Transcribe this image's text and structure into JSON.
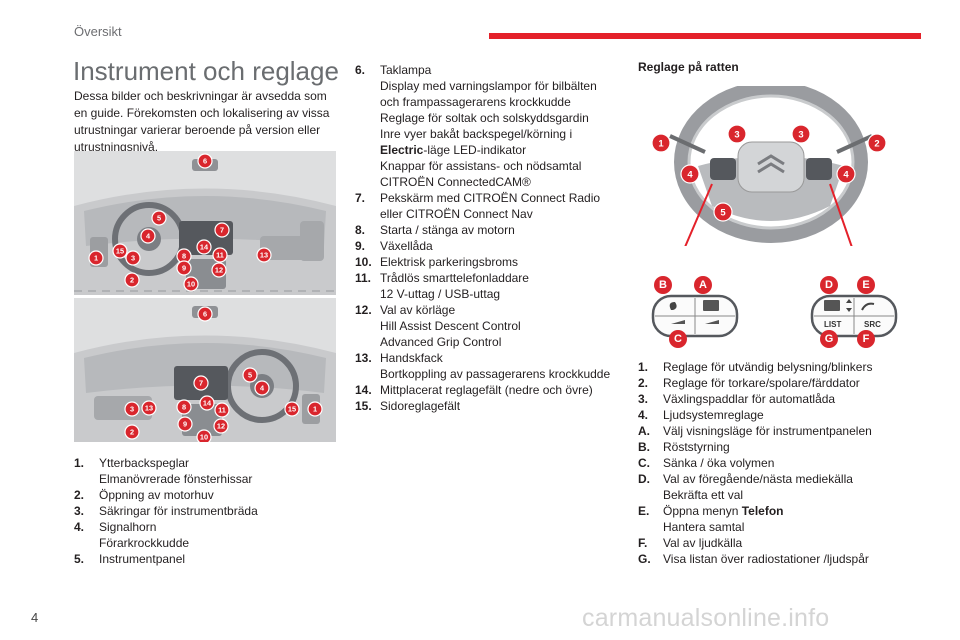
{
  "header": {
    "section": "Översikt"
  },
  "page_number": "4",
  "watermark": "carmanualsonline.info",
  "title": "Instrument och reglage",
  "intro": "Dessa bilder och beskrivningar är avsedda som en guide. Förekomsten och lokalisering av vissa utrustningar varierar beroende på version eller utrustningsnivå.",
  "illustrations": {
    "lhd_markers": [
      "6",
      "5",
      "7",
      "4",
      "15",
      "8",
      "14",
      "11",
      "13",
      "1",
      "3",
      "9",
      "12",
      "2",
      "10"
    ],
    "rhd_markers": [
      "6",
      "5",
      "7",
      "4",
      "3",
      "13",
      "8",
      "14",
      "11",
      "15",
      "1",
      "2",
      "9",
      "12",
      "10"
    ]
  },
  "list_col1": [
    {
      "num": "1.",
      "lines": [
        "Ytterbackspeglar",
        "Elmanövrerade fönsterhissar"
      ]
    },
    {
      "num": "2.",
      "lines": [
        "Öppning av motorhuv"
      ]
    },
    {
      "num": "3.",
      "lines": [
        "Säkringar för instrumentbräda"
      ]
    },
    {
      "num": "4.",
      "lines": [
        "Signalhorn",
        "Förarkrockkudde"
      ]
    },
    {
      "num": "5.",
      "lines": [
        "Instrumentpanel"
      ]
    }
  ],
  "list_col2": [
    {
      "num": "6.",
      "lines": [
        "Taklampa",
        "Display med varningslampor för bilbälten och frampassagerarens krockkudde",
        "Reglage för soltak och solskyddsgardin",
        "Inre vyer bakåt backspegel/körning i"
      ],
      "bold_word": "Electric",
      "bold_suffix": "-läge LED-indikator",
      "more_lines": [
        "Knappar för assistans- och nödsamtal",
        "CITROËN ConnectedCAM®"
      ]
    },
    {
      "num": "7.",
      "lines": [
        "Pekskärm med CITROËN Connect Radio eller CITROËN Connect Nav"
      ]
    },
    {
      "num": "8.",
      "lines": [
        "Starta / stänga av motorn"
      ]
    },
    {
      "num": "9.",
      "lines": [
        "Växellåda"
      ]
    },
    {
      "num": "10.",
      "lines": [
        "Elektrisk parkeringsbroms"
      ]
    },
    {
      "num": "11.",
      "lines": [
        "Trådlös smarttelefonladdare",
        "12 V-uttag / USB-uttag"
      ]
    },
    {
      "num": "12.",
      "lines": [
        "Val av körläge",
        "Hill Assist Descent Control",
        "Advanced Grip Control"
      ]
    },
    {
      "num": "13.",
      "lines": [
        "Handskfack",
        "Bortkoppling av passagerarens krockkudde"
      ]
    },
    {
      "num": "14.",
      "lines": [
        "Mittplacerat reglagefält (nedre och övre)"
      ]
    },
    {
      "num": "15.",
      "lines": [
        "Sidoreglagefält"
      ]
    }
  ],
  "steering_heading": "Reglage på ratten",
  "wheel_markers": [
    "1",
    "2",
    "3",
    "3",
    "4",
    "4",
    "5"
  ],
  "switch_letters": {
    "a": "A",
    "b": "B",
    "c": "C",
    "d": "D",
    "e": "E",
    "f": "F",
    "g": "G"
  },
  "switch_text": {
    "list": "LIST",
    "src": "SRC"
  },
  "list_col3": [
    {
      "num": "1.",
      "lines": [
        "Reglage för utvändig belysning/blinkers"
      ]
    },
    {
      "num": "2.",
      "lines": [
        "Reglage för torkare/spolare/färddator"
      ]
    },
    {
      "num": "3.",
      "lines": [
        "Växlingspaddlar för automatlåda"
      ]
    },
    {
      "num": "4.",
      "lines": [
        "Ljudsystemreglage"
      ]
    },
    {
      "num": "A.",
      "lines": [
        "Välj visningsläge för instrumentpanelen"
      ]
    },
    {
      "num": "B.",
      "lines": [
        "Röststyrning"
      ]
    },
    {
      "num": "C.",
      "lines": [
        "Sänka / öka volymen"
      ]
    },
    {
      "num": "D.",
      "lines": [
        "Val av föregående/nästa mediekälla",
        "Bekräfta ett val"
      ]
    },
    {
      "num": "E.",
      "bold_first": "Telefon",
      "first_prefix": "Öppna menyn ",
      "lines": [
        "Hantera samtal"
      ]
    },
    {
      "num": "F.",
      "lines": [
        "Val av ljudkälla"
      ]
    },
    {
      "num": "G.",
      "lines": [
        "Visa listan över radiostationer /ljudspår"
      ]
    }
  ],
  "colors": {
    "accent": "#e4212a",
    "marker": "#d9262d",
    "dark_panel": "#4a4d52"
  }
}
